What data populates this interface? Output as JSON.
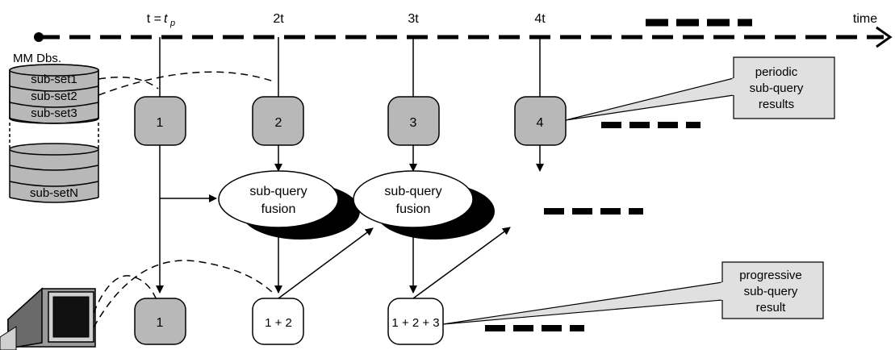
{
  "timeline": {
    "ticks": [
      "t = ",
      "2t",
      "3t",
      "4t"
    ],
    "tp_var": "t",
    "tp_sub": "p",
    "axis_label": "time"
  },
  "database": {
    "label": "MM Dbs.",
    "subsets": [
      "sub-set1",
      "sub-set2",
      "sub-set3",
      "sub-setN"
    ]
  },
  "periodic_nodes": [
    "1",
    "2",
    "3",
    "4"
  ],
  "fusion": {
    "line1": "sub-query",
    "line2": "fusion"
  },
  "progressive_nodes": [
    "1",
    "1 + 2",
    "1 + 2 + 3"
  ],
  "callouts": {
    "periodic": [
      "periodic",
      "sub-query",
      "results"
    ],
    "progressive": [
      "progressive",
      "sub-query",
      "result"
    ]
  },
  "colors": {
    "node_fill": "#b8b8b8",
    "callout_fill": "#e0e0e0",
    "stroke": "#000000",
    "background": "#ffffff"
  }
}
